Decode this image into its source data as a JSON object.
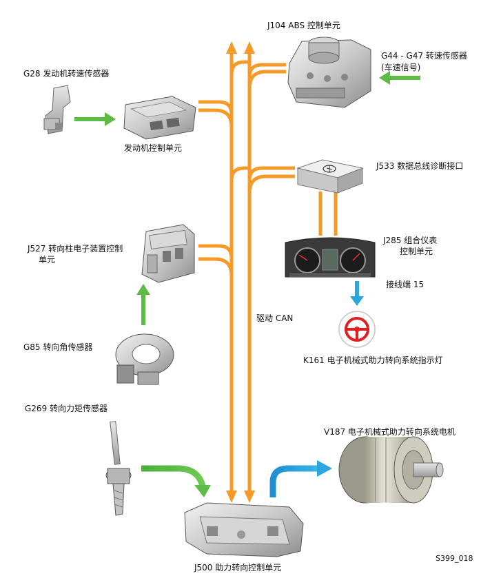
{
  "labels": {
    "g28": "G28 发动机转速传感器",
    "engine_ecu": "发动机控制单元",
    "j104": "J104 ABS 控制单元",
    "g44_line1": "G44 - G47 转速传感器",
    "g44_line2": "(车速信号)",
    "j533": "J533 数据总线诊断接口",
    "j527_line1": "J527 转向柱电子装置控制",
    "j527_line2": "单元",
    "j285_line1": "J285 组合仪表",
    "j285_line2": "控制单元",
    "terminal15": "接线端 15",
    "drive_can": "驱动 CAN",
    "k161": "K161 电子机械式助力转向系统指示灯",
    "g85": "G85 转向角传感器",
    "g269": "G269 转向力矩传感器",
    "v187": "V187 电子机械式助力转向系统电机",
    "j500": "J500 助力转向控制单元",
    "figure_code": "S399_018"
  },
  "colors": {
    "can_bus": "#F59A27",
    "signal_green": "#5DBB46",
    "signal_blue": "#2BA6DE",
    "warning_red": "#E02020"
  },
  "icons": {
    "k161": "steering-wheel-warning-icon",
    "j533": "diagnostic-interface-icon"
  }
}
